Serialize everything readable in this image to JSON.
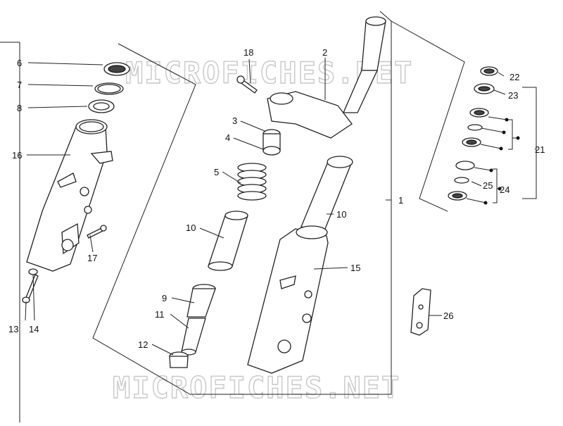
{
  "watermark_text": "MICROFICHES.NET",
  "callouts": {
    "c1": "1",
    "c2": "2",
    "c3": "3",
    "c4": "4",
    "c5": "5",
    "c6": "6",
    "c7": "7",
    "c8": "8",
    "c9": "9",
    "c10a": "10",
    "c10b": "10",
    "c11": "11",
    "c12": "12",
    "c13": "13",
    "c14": "14",
    "c15": "15",
    "c16": "16",
    "c17": "17",
    "c18": "18",
    "c21": "21",
    "c22": "22",
    "c23": "23",
    "c24": "24",
    "c25": "25",
    "c26": "26"
  }
}
